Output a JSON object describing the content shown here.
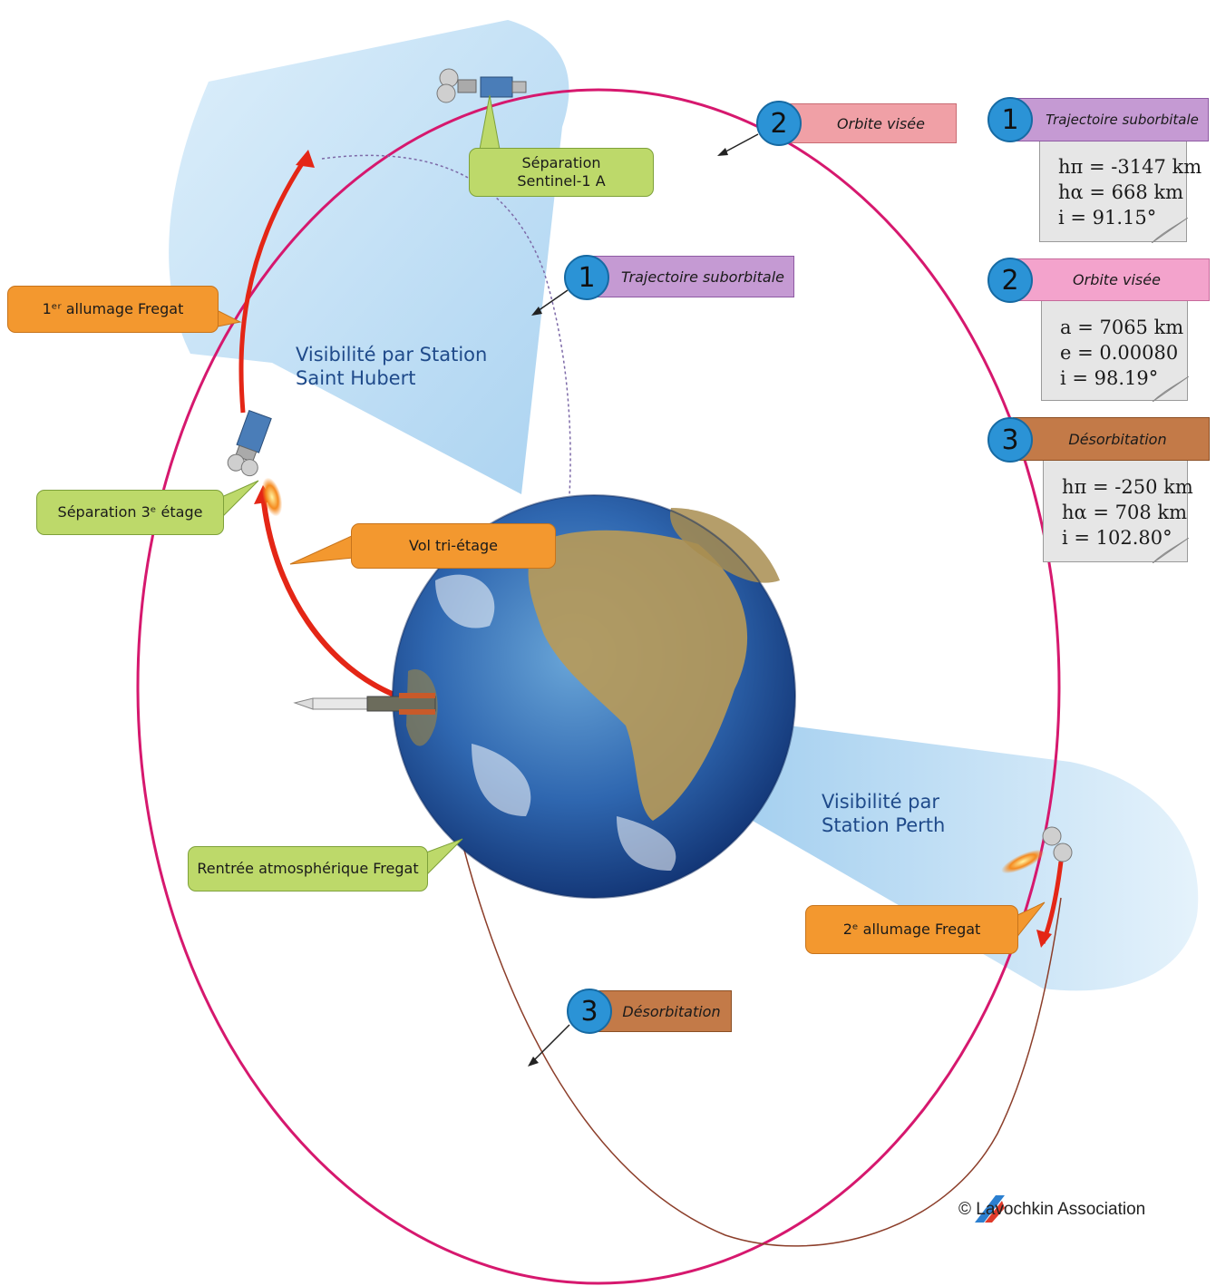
{
  "labels": {
    "first_burn": "1ᵉʳ allumage Fregat",
    "separation_sentinel_line1": "Séparation",
    "separation_sentinel_line2": "Sentinel-1 A",
    "separation_third_stage": "Séparation 3ᵉ étage",
    "vol_tri_etage": "Vol tri-étage",
    "reentry": "Rentrée atmosphérique Fregat",
    "second_burn": "2ᵉ allumage Fregat"
  },
  "visibility": {
    "saint_hubert_line1": "Visibilité par Station",
    "saint_hubert_line2": "Saint Hubert",
    "perth_line1": "Visibilité par",
    "perth_line2": "Station Perth"
  },
  "diagram_tags": [
    {
      "number": "1",
      "text": "Trajectoire suborbitale"
    },
    {
      "number": "2",
      "text": "Orbite visée"
    },
    {
      "number": "3",
      "text": "Désorbitation"
    }
  ],
  "legend": [
    {
      "number": "1",
      "title": "Trajectoire suborbitale",
      "lines": [
        "hπ = -3147 km",
        "hα = 668 km",
        "i  = 91.15°"
      ]
    },
    {
      "number": "2",
      "title": "Orbite visée",
      "lines": [
        "a = 7065 km",
        "e = 0.00080",
        "i = 98.19°"
      ]
    },
    {
      "number": "3",
      "title": "Désorbitation",
      "lines": [
        "hπ = -250 km",
        "hα = 708 km",
        "i = 102.80°"
      ]
    }
  ],
  "copyright": "© Lavochkin Association",
  "colors": {
    "orbit": "#d6186e",
    "ascent": "#e42616",
    "suborbital": "#7d6aa8",
    "deorbit": "#8c3e2a",
    "visibility_cone": "#b9dcf3",
    "circle": "#2b93d6"
  }
}
